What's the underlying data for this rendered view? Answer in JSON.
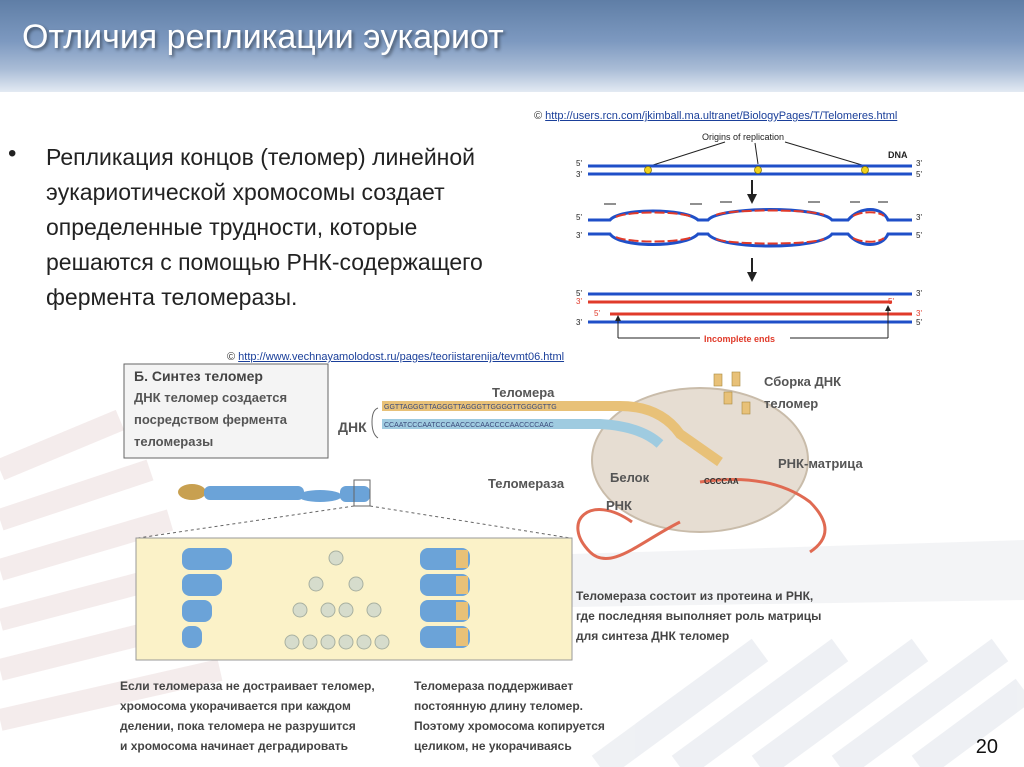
{
  "title": "Отличия репликации эукариот",
  "source1": {
    "copy": "©",
    "url": "http://users.rcn.com/jkimball.ma.ultranet/BiologyPages/T/Telomeres.html"
  },
  "source2": {
    "copy": "©",
    "url": "http://www.vechnayamolodost.ru/pages/teoriistarenija/tevmt06.html"
  },
  "bullet_text": "Репликация концов (теломер) линейной эукариотической хромосомы создает определенные трудности, которые решаются с помощью РНК-содержащего фермента теломеразы.",
  "diagram1": {
    "origins_label": "Origins of replication",
    "dna_label": "DNA",
    "five_prime": "5'",
    "three_prime": "3'",
    "incomplete_label": "Incomplete ends",
    "colors": {
      "parent": "#1f4fc8",
      "new": "#e03a2a",
      "origin": "#f2d21a"
    }
  },
  "diagram2": {
    "box_title": "Б. Синтез теломер",
    "box_line1": "ДНК теломер создается",
    "box_line2": "посредством фермента",
    "box_line3": "теломеразы",
    "dna_label": "ДНК",
    "telomere_label": "Теломера",
    "assembly_line1": "Сборка ДНК",
    "assembly_line2": "теломер",
    "rna_matrix_label": "РНК-матрица",
    "telomerase_label": "Теломераза",
    "protein_label": "Белок",
    "rna_label": "РНК",
    "seq_top": "GGTTAGGGTTAGGGTTAGGGTTGGGGTTGGGGTTG",
    "seq_bottom": "CCAATCCCAATCCCAACCCCAACCCCAACCCCAAC",
    "seq_rna": "CCCCAA",
    "caption_right_1": "Теломераза состоит из протеина и РНК,",
    "caption_right_2": "где последняя выполняет роль матрицы",
    "caption_right_3": "для синтеза ДНК теломер",
    "caption_left_1": "Если теломераза не достраивает теломер,",
    "caption_left_2": "хромосома укорачивается при каждом",
    "caption_left_3": "делении, пока теломера не разрушится",
    "caption_left_4": "и хромосома начинает деградировать",
    "caption_mid_1": "Теломераза поддерживает",
    "caption_mid_2": "постоянную длину теломер.",
    "caption_mid_3": "Поэтому хромосома копируется",
    "caption_mid_4": "целиком, не укорачиваясь"
  },
  "page_number": "20"
}
